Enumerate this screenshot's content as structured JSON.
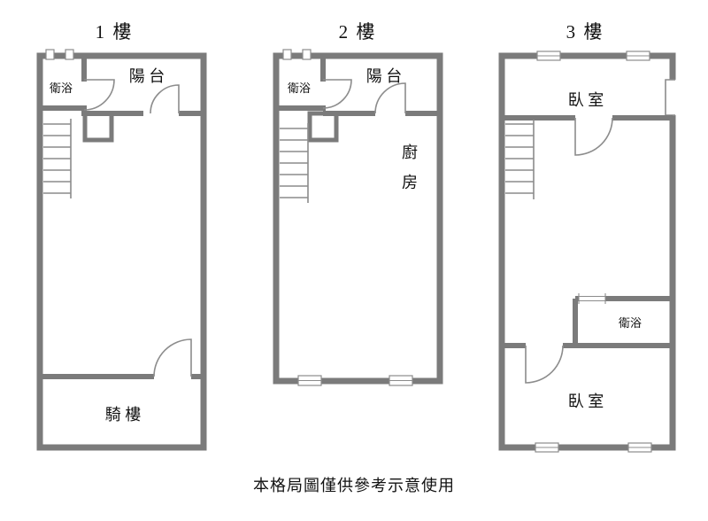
{
  "caption": "本格局圖僅供參考示意使用",
  "colors": {
    "wall": "#7b7b7b",
    "thin_line": "#8c8c8c",
    "text": "#111111",
    "background": "#ffffff"
  },
  "floors": {
    "f1": {
      "title": "1 樓",
      "bath": "衛浴",
      "balcony": "陽 台",
      "arcade": "騎 樓"
    },
    "f2": {
      "title": "2 樓",
      "bath": "衛浴",
      "balcony": "陽 台",
      "kitchen1": "廚",
      "kitchen2": "房"
    },
    "f3": {
      "title": "3 樓",
      "bedroom_top": "臥 室",
      "bath": "衛浴",
      "bedroom_bottom": "臥 室"
    }
  }
}
